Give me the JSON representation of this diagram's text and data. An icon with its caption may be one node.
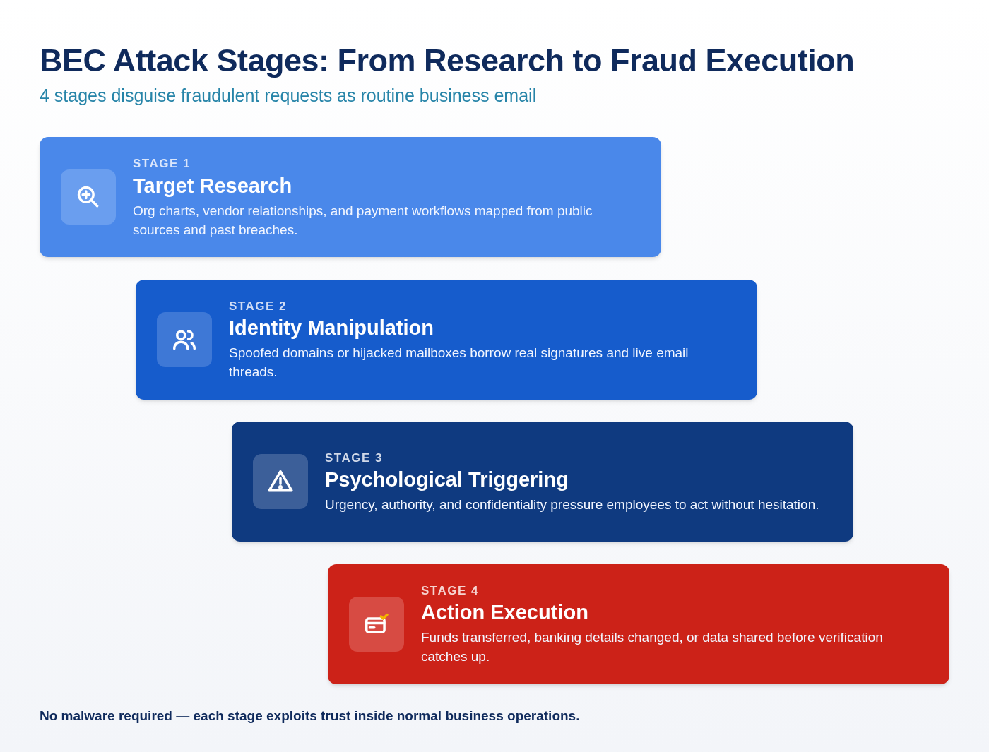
{
  "diagram": {
    "title": "BEC Attack Stages: From Research to Fraud Execution",
    "caption": "4 stages disguise fraudulent requests as routine business email",
    "nodes": [
      {
        "text": [
          "STAGE 1",
          "Target Research",
          "Org charts, vendor relationships, and payment workflows mapped from public sources and past breaches."
        ]
      },
      {
        "text": [
          "STAGE 2",
          "Identity Manipulation",
          "Spoofed domains or hijacked mailboxes borrow real signatures and live email threads."
        ]
      },
      {
        "text": [
          "STAGE 3",
          "Psychological Triggering",
          "Urgency, authority, and confidentiality pressure employees to act without hesitation."
        ]
      },
      {
        "text": [
          "STAGE 4",
          "Action Execution",
          "Funds transferred, banking details changed, or data shared before verification catches up."
        ]
      }
    ],
    "labels": [
      "No malware required — each stage exploits trust inside normal business operations."
    ]
  }
}
